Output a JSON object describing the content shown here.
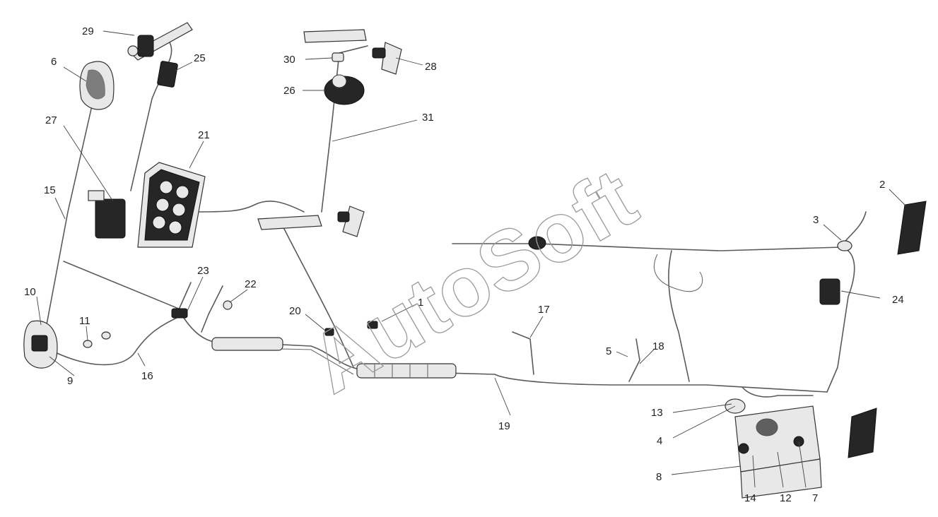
{
  "watermark": "AutoSoft",
  "callouts": [
    "1",
    "2",
    "3",
    "4",
    "5",
    "6",
    "7",
    "8",
    "9",
    "10",
    "11",
    "12",
    "13",
    "14",
    "15",
    "16",
    "17",
    "18",
    "19",
    "20",
    "21",
    "22",
    "23",
    "24",
    "25",
    "26",
    "27",
    "28",
    "29",
    "30",
    "31"
  ]
}
